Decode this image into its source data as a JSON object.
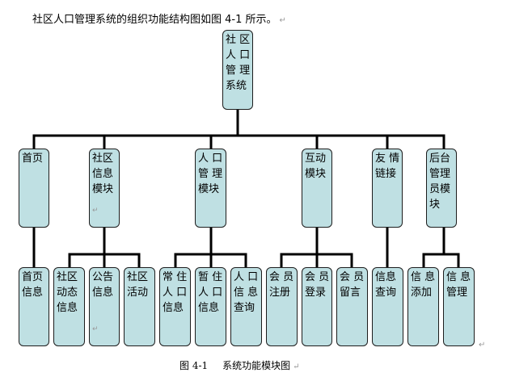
{
  "intro_text": "社区人口管理系统的组织功能结构图如图 4-1 所示。",
  "paragraph_mark": "↵",
  "caption_label": "图 4-1",
  "caption_title": "系统功能模块图",
  "root": "社 区\n人 口\n管 理\n系统",
  "modules": {
    "home": "首页",
    "community": "社区\n信息\n模块",
    "population": "人 口\n管 理\n模块",
    "interaction": "互动\n模块",
    "links": "友 情\n链接",
    "admin": "后台\n管理\n员模\n块"
  },
  "leaves": {
    "home_info": "首页\n信息",
    "community_news": "社区\n动态\n信息",
    "notice_info": "公告\n信息",
    "community_activity": "社区\n活动",
    "resident_info": "常 住\n人 口\n信息",
    "temporary_info": "暂 住\n人 口\n信息",
    "population_query": "人 口\n信 息\n查询",
    "member_register": "会 员\n注册",
    "member_login": "会 员\n登录",
    "member_message": "会 员\n留言",
    "info_query": "信息\n查询",
    "info_add": "信 息\n添加",
    "info_manage": "信 息\n管理"
  }
}
